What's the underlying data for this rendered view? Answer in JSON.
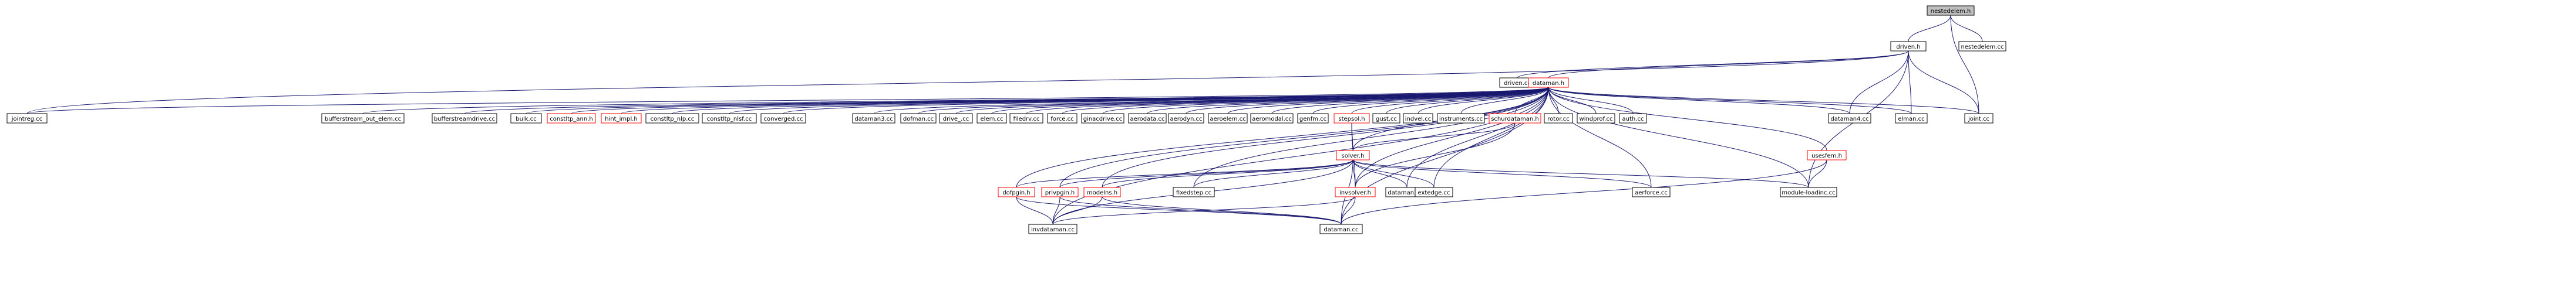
{
  "colors": {
    "edge": "#191970",
    "node_border_normal": "#000000",
    "node_border_incomplete": "#ff0000",
    "root_fill": "#bfbfbf",
    "node_fill": "#ffffff",
    "text": "#000000"
  },
  "nodes": [
    {
      "id": "nestedelem_h",
      "label": "nestedelem.h",
      "kind": "root"
    },
    {
      "id": "driven_h",
      "label": "driven.h",
      "kind": "normal"
    },
    {
      "id": "nestedelem_cc",
      "label": "nestedelem.cc",
      "kind": "normal"
    },
    {
      "id": "driven_cc",
      "label": "driven.cc",
      "kind": "normal"
    },
    {
      "id": "dataman_h",
      "label": "dataman.h",
      "kind": "incomplete"
    },
    {
      "id": "jointreg_cc",
      "label": "jointreg.cc",
      "kind": "normal"
    },
    {
      "id": "buffstream_out_elem_cc",
      "label": "bufferstream_out_elem.cc",
      "kind": "normal"
    },
    {
      "id": "bufferstreamdrive_cc",
      "label": "bufferstreamdrive.cc",
      "kind": "normal"
    },
    {
      "id": "bulk_cc",
      "label": "bulk.cc",
      "kind": "normal"
    },
    {
      "id": "constltp_ann_h",
      "label": "constltp_ann.h",
      "kind": "incomplete"
    },
    {
      "id": "hint_impl_h",
      "label": "hint_impl.h",
      "kind": "incomplete"
    },
    {
      "id": "constltp_nlp_cc",
      "label": "constltp_nlp.cc",
      "kind": "normal"
    },
    {
      "id": "constltp_nlsf_cc",
      "label": "constltp_nlsf.cc",
      "kind": "normal"
    },
    {
      "id": "converged_cc",
      "label": "converged.cc",
      "kind": "normal"
    },
    {
      "id": "dataman3_cc",
      "label": "dataman3.cc",
      "kind": "normal"
    },
    {
      "id": "dofman_cc",
      "label": "dofman.cc",
      "kind": "normal"
    },
    {
      "id": "drive__cc",
      "label": "drive_.cc",
      "kind": "normal"
    },
    {
      "id": "elem_cc",
      "label": "elem.cc",
      "kind": "normal"
    },
    {
      "id": "filedrv_cc",
      "label": "filedrv.cc",
      "kind": "normal"
    },
    {
      "id": "force_cc",
      "label": "force.cc",
      "kind": "normal"
    },
    {
      "id": "ginacdrive_cc",
      "label": "ginacdrive.cc",
      "kind": "normal"
    },
    {
      "id": "aerodata_cc",
      "label": "aerodata.cc",
      "kind": "normal"
    },
    {
      "id": "aerodyn_cc",
      "label": "aerodyn.cc",
      "kind": "normal"
    },
    {
      "id": "aeroelem_cc",
      "label": "aeroelem.cc",
      "kind": "normal"
    },
    {
      "id": "aeromodal_cc",
      "label": "aeromodal.cc",
      "kind": "normal"
    },
    {
      "id": "genfm_cc",
      "label": "genfm.cc",
      "kind": "normal"
    },
    {
      "id": "stepsol_h",
      "label": "stepsol.h",
      "kind": "incomplete"
    },
    {
      "id": "gust_cc",
      "label": "gust.cc",
      "kind": "normal"
    },
    {
      "id": "indvel_cc",
      "label": "indvel.cc",
      "kind": "normal"
    },
    {
      "id": "instruments_cc",
      "label": "instruments.cc",
      "kind": "normal"
    },
    {
      "id": "schurdataman_h",
      "label": "schurdataman.h",
      "kind": "incomplete"
    },
    {
      "id": "rotor_cc",
      "label": "rotor.cc",
      "kind": "normal"
    },
    {
      "id": "windprof_cc",
      "label": "windprof.cc",
      "kind": "normal"
    },
    {
      "id": "auth_cc",
      "label": "auth.cc",
      "kind": "normal"
    },
    {
      "id": "dataman4_cc",
      "label": "dataman4.cc",
      "kind": "normal"
    },
    {
      "id": "elman_cc",
      "label": "elman.cc",
      "kind": "normal"
    },
    {
      "id": "joint_cc",
      "label": "joint.cc",
      "kind": "normal"
    },
    {
      "id": "solver_h",
      "label": "solver.h",
      "kind": "incomplete"
    },
    {
      "id": "usesfem_h",
      "label": "usesfem.h",
      "kind": "incomplete"
    },
    {
      "id": "dataman2_cc",
      "label": "dataman2.cc",
      "kind": "normal"
    },
    {
      "id": "fixedstep_cc",
      "label": "fixedstep.cc",
      "kind": "normal"
    },
    {
      "id": "extedge_cc",
      "label": "extedge.cc",
      "kind": "normal"
    },
    {
      "id": "invsolver_h",
      "label": "invsolver.h",
      "kind": "incomplete"
    },
    {
      "id": "aerforce_cc",
      "label": "aerforce.cc",
      "kind": "normal"
    },
    {
      "id": "module_loadinc_cc",
      "label": "module-loadinc.cc",
      "kind": "normal"
    },
    {
      "id": "dofpgin_h",
      "label": "dofpgin.h",
      "kind": "incomplete"
    },
    {
      "id": "privpgin_h",
      "label": "privpgin.h",
      "kind": "incomplete"
    },
    {
      "id": "modelns_h",
      "label": "modelns.h",
      "kind": "incomplete"
    },
    {
      "id": "invdataman_cc",
      "label": "invdataman.cc",
      "kind": "normal"
    },
    {
      "id": "dataman_cc",
      "label": "dataman.cc",
      "kind": "normal"
    }
  ],
  "edges": [
    [
      "nestedelem_h",
      "driven_h"
    ],
    [
      "nestedelem_h",
      "nestedelem_cc"
    ],
    [
      "driven_h",
      "driven_cc"
    ],
    [
      "driven_h",
      "dataman_h"
    ],
    [
      "driven_h",
      "jointreg_cc"
    ],
    [
      "driven_h",
      "dataman4_cc"
    ],
    [
      "driven_h",
      "elman_cc"
    ],
    [
      "driven_h",
      "joint_cc"
    ],
    [
      "driven_h",
      "module_loadinc_cc"
    ],
    [
      "nestedelem_h",
      "joint_cc"
    ],
    [
      "dataman_h",
      "jointreg_cc"
    ],
    [
      "dataman_h",
      "buffstream_out_elem_cc"
    ],
    [
      "dataman_h",
      "bufferstreamdrive_cc"
    ],
    [
      "dataman_h",
      "bulk_cc"
    ],
    [
      "dataman_h",
      "constltp_ann_h"
    ],
    [
      "dataman_h",
      "hint_impl_h"
    ],
    [
      "dataman_h",
      "constltp_nlp_cc"
    ],
    [
      "dataman_h",
      "constltp_nlsf_cc"
    ],
    [
      "dataman_h",
      "converged_cc"
    ],
    [
      "dataman_h",
      "dataman3_cc"
    ],
    [
      "dataman_h",
      "dofman_cc"
    ],
    [
      "dataman_h",
      "drive__cc"
    ],
    [
      "dataman_h",
      "elem_cc"
    ],
    [
      "dataman_h",
      "filedrv_cc"
    ],
    [
      "dataman_h",
      "force_cc"
    ],
    [
      "dataman_h",
      "ginacdrive_cc"
    ],
    [
      "dataman_h",
      "aerodata_cc"
    ],
    [
      "dataman_h",
      "aerodyn_cc"
    ],
    [
      "dataman_h",
      "aeroelem_cc"
    ],
    [
      "dataman_h",
      "aeromodal_cc"
    ],
    [
      "dataman_h",
      "genfm_cc"
    ],
    [
      "dataman_h",
      "stepsol_h"
    ],
    [
      "dataman_h",
      "gust_cc"
    ],
    [
      "dataman_h",
      "indvel_cc"
    ],
    [
      "dataman_h",
      "instruments_cc"
    ],
    [
      "dataman_h",
      "schurdataman_h"
    ],
    [
      "dataman_h",
      "rotor_cc"
    ],
    [
      "dataman_h",
      "windprof_cc"
    ],
    [
      "dataman_h",
      "auth_cc"
    ],
    [
      "dataman_h",
      "dataman4_cc"
    ],
    [
      "dataman_h",
      "elman_cc"
    ],
    [
      "dataman_h",
      "joint_cc"
    ],
    [
      "dataman_h",
      "usesfem_h"
    ],
    [
      "dataman_h",
      "solver_h"
    ],
    [
      "dataman_h",
      "dataman2_cc"
    ],
    [
      "dataman_h",
      "fixedstep_cc"
    ],
    [
      "dataman_h",
      "extedge_cc"
    ],
    [
      "dataman_h",
      "aerforce_cc"
    ],
    [
      "dataman_h",
      "module_loadinc_cc"
    ],
    [
      "dataman_h",
      "dofpgin_h"
    ],
    [
      "dataman_h",
      "privpgin_h"
    ],
    [
      "dataman_h",
      "modelns_h"
    ],
    [
      "dataman_h",
      "invdataman_cc"
    ],
    [
      "dataman_h",
      "dataman_cc"
    ],
    [
      "dataman_h",
      "invsolver_h"
    ],
    [
      "stepsol_h",
      "solver_h"
    ],
    [
      "stepsol_h",
      "invsolver_h"
    ],
    [
      "schurdataman_h",
      "solver_h"
    ],
    [
      "schurdataman_h",
      "invsolver_h"
    ],
    [
      "solver_h",
      "dataman2_cc"
    ],
    [
      "solver_h",
      "fixedstep_cc"
    ],
    [
      "solver_h",
      "extedge_cc"
    ],
    [
      "solver_h",
      "invsolver_h"
    ],
    [
      "solver_h",
      "aerforce_cc"
    ],
    [
      "solver_h",
      "module_loadinc_cc"
    ],
    [
      "solver_h",
      "dofpgin_h"
    ],
    [
      "solver_h",
      "privpgin_h"
    ],
    [
      "solver_h",
      "modelns_h"
    ],
    [
      "solver_h",
      "invdataman_cc"
    ],
    [
      "solver_h",
      "dataman_cc"
    ],
    [
      "usesfem_h",
      "module_loadinc_cc"
    ],
    [
      "usesfem_h",
      "dataman_cc"
    ],
    [
      "invsolver_h",
      "invdataman_cc"
    ],
    [
      "invsolver_h",
      "dataman_cc"
    ],
    [
      "dofpgin_h",
      "invdataman_cc"
    ],
    [
      "dofpgin_h",
      "dataman_cc"
    ],
    [
      "privpgin_h",
      "invdataman_cc"
    ],
    [
      "privpgin_h",
      "dataman_cc"
    ],
    [
      "modelns_h",
      "invdataman_cc"
    ],
    [
      "modelns_h",
      "dataman_cc"
    ]
  ]
}
